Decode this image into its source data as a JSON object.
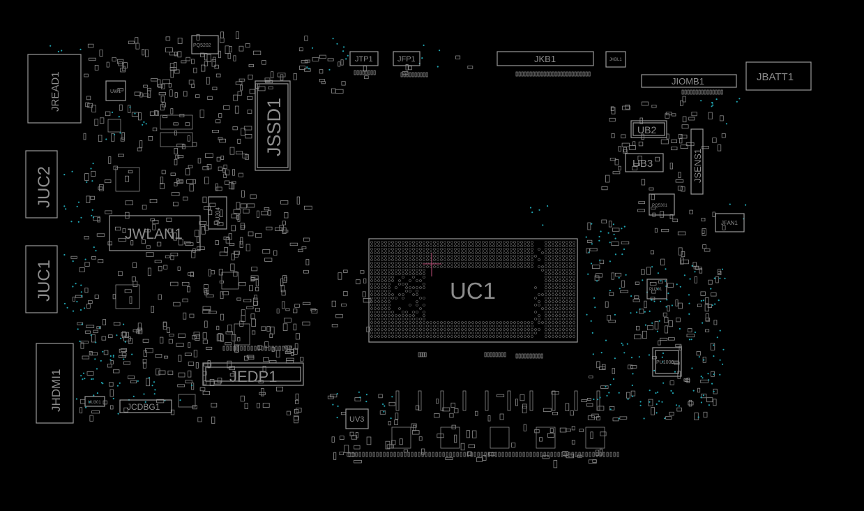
{
  "board": {
    "background": "#000000",
    "outline_color": "#9a9a9a",
    "label_color": "#8c8c8c",
    "via_color": "#1fa3b0",
    "marker_color": "#c0507a"
  },
  "components": {
    "jread1": "JREAD1",
    "juc2": "JUC2",
    "juc1": "JUC1",
    "jhdmi1": "JHDMI1",
    "jwlan1": "JWLAN1",
    "jssd1": "JSSD1",
    "jedp1": "JEDP1",
    "jcdbg1": "JCDBG1",
    "uw1": "UW1",
    "uu204": "UU204",
    "uu301": "UU301",
    "pq5202": "PQ5202",
    "jtp1": "JTP1",
    "jfp1": "JFP1",
    "jkb1": "JKB1",
    "jkbl1": "JKBL1",
    "jiomb1": "JIOMB1",
    "jbatt1": "JBATT1",
    "ub2": "UB2",
    "ub3": "UB3",
    "jsens1": "JSENS1",
    "pq5301": "PQ5301",
    "jfan1": "JFAN1",
    "uc1": "UC1",
    "uv3": "UV3",
    "pu301": "PU301",
    "pu1000": "PU1000"
  }
}
